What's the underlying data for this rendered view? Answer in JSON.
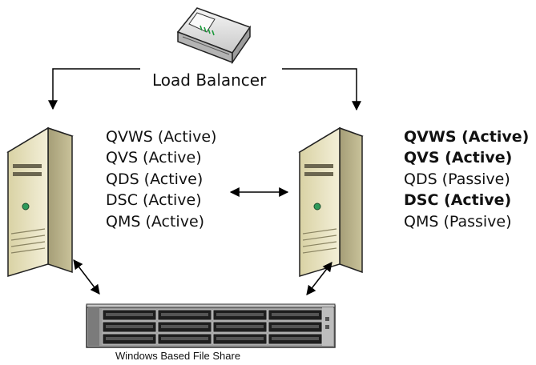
{
  "load_balancer": {
    "label": "Load Balancer"
  },
  "left_server": {
    "services": [
      {
        "text": "QVWS (Active)",
        "bold": false
      },
      {
        "text": "QVS (Active)",
        "bold": false
      },
      {
        "text": "QDS (Active)",
        "bold": false
      },
      {
        "text": "DSC (Active)",
        "bold": false
      },
      {
        "text": "QMS (Active)",
        "bold": false
      }
    ]
  },
  "right_server": {
    "services": [
      {
        "text": "QVWS (Active)",
        "bold": true
      },
      {
        "text": "QVS (Active)",
        "bold": true
      },
      {
        "text": "QDS (Passive)",
        "bold": false
      },
      {
        "text": "DSC (Active)",
        "bold": true
      },
      {
        "text": "QMS (Passive)",
        "bold": false
      }
    ]
  },
  "file_share": {
    "label": "Windows Based File Share"
  }
}
